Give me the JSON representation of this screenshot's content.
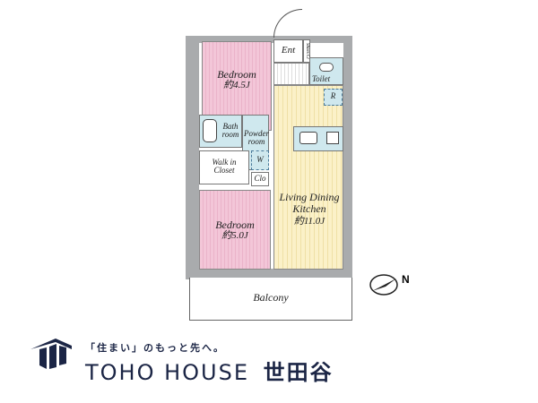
{
  "floor_plan": {
    "rooms": {
      "bedroom1": {
        "name": "Bedroom",
        "size": "約4.5J"
      },
      "bedroom2": {
        "name": "Bedroom",
        "size": "約5.0J"
      },
      "entrance": "Ent",
      "shoes_closet": "Shoes Cl",
      "toilet": "Toilet",
      "refrigerator": "R",
      "bath": "Bath room",
      "powder": "Powder room",
      "washer": "W",
      "walk_in_closet": "Walk in Closet",
      "closet": "Clo",
      "ldk": {
        "name": "Living Dining Kitchen",
        "size": "約11.0J"
      },
      "balcony": "Balcony"
    },
    "compass": "N",
    "colors": {
      "bedroom": "#f3c6d8",
      "ldk": "#fbf1c8",
      "wet": "#cfe8ee",
      "wall": "#a9abad"
    }
  },
  "brand": {
    "tagline": "「住まい」のもっと先へ。",
    "name": "TOHO HOUSE",
    "branch": "世田谷",
    "color": "#1b2545"
  }
}
